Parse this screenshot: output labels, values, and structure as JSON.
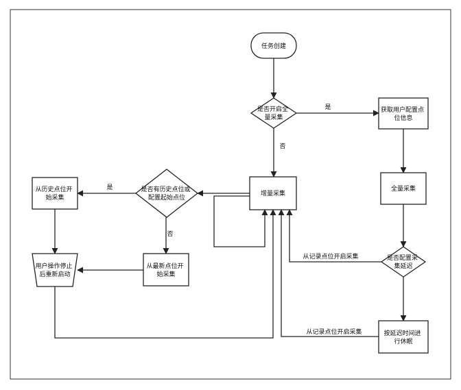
{
  "nodes": {
    "start": {
      "lines": [
        "任务创建"
      ]
    },
    "decision_full": {
      "lines": [
        "是否开启全",
        "量采集"
      ]
    },
    "get_config": {
      "lines": [
        "获取用户配置点",
        "位信息"
      ]
    },
    "full_collect": {
      "lines": [
        "全量采集"
      ]
    },
    "decision_delay": {
      "lines": [
        "是否配置采",
        "集延迟"
      ]
    },
    "delay_rest": {
      "lines": [
        "按延迟时间进",
        "行休眠"
      ]
    },
    "incremental": {
      "lines": [
        "增量采集"
      ]
    },
    "decision_history": {
      "lines": [
        "是否有历史点位或",
        "配置起始点位"
      ]
    },
    "from_history": {
      "lines": [
        "从历史点位开",
        "始采集"
      ]
    },
    "from_latest": {
      "lines": [
        "从最新点位开",
        "始采集"
      ]
    },
    "user_restart": {
      "lines": [
        "用户操作停止",
        "后重新启动"
      ]
    }
  },
  "edges": {
    "yes_full": "是",
    "no_full": "否",
    "yes_history": "是",
    "no_history": "否",
    "record_restart_1": "从记录点位开启采集",
    "record_restart_2": "从记录点位开启采集"
  },
  "colors": {
    "stroke": "#222222",
    "fill": "#ffffff",
    "text": "#111111",
    "frame": "#333333"
  }
}
